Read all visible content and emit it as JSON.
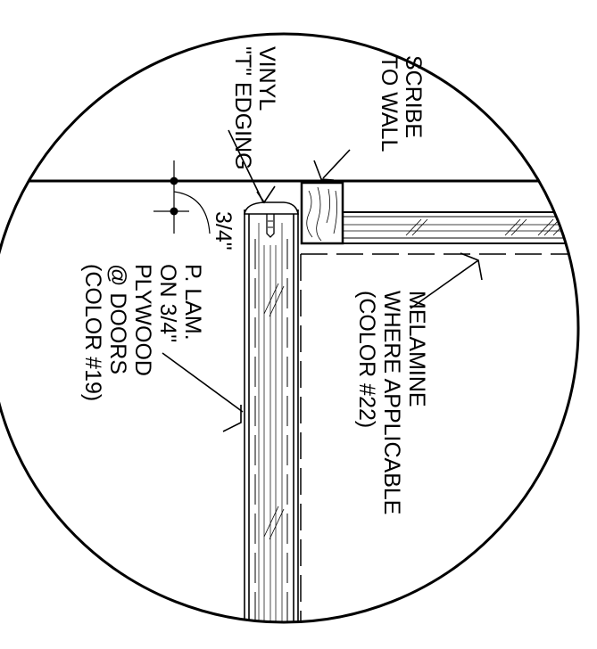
{
  "labels": {
    "scribe": [
      "SCRIBE",
      "TO WALL"
    ],
    "vinyl": [
      "VINYL",
      "\"T\" EDGING"
    ],
    "dimension": "3/4\"",
    "plam": [
      "P. LAM.",
      "ON 3/4\"",
      "PLYWOOD",
      "@ DOORS",
      "(COLOR #19)"
    ],
    "melamine": [
      "MELAMINE",
      "WHERE APPLICABLE",
      "(COLOR #22)"
    ]
  },
  "colors": {
    "ink": "#000000",
    "paper": "#ffffff"
  }
}
